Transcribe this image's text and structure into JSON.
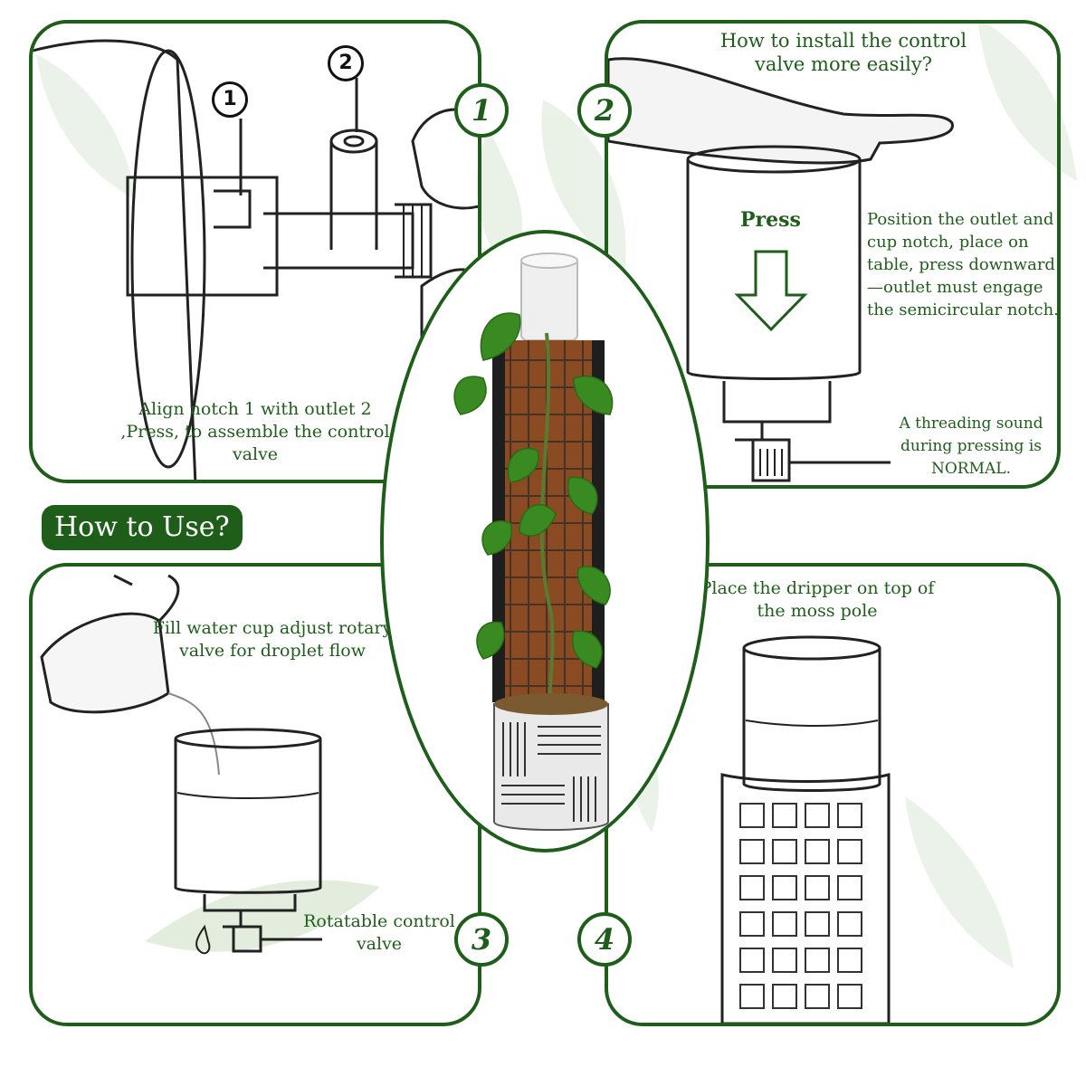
{
  "heading": {
    "install_title": "How to install the control valve more easily?",
    "how_to_use": "How to Use?"
  },
  "steps": [
    {
      "number": "1",
      "text": "Align notch 1 with outlet 2  ,Press, to assemble the control valve",
      "callouts": [
        "1",
        "2"
      ]
    },
    {
      "number": "2",
      "text": "Position the outlet and cup notch, place on table, press downward—outlet must engage the semicircular notch.",
      "press_label": "Press",
      "note": "A threading sound during pressing is NORMAL."
    },
    {
      "number": "3",
      "text": "Fill water cup adjust rotary valve for droplet flow",
      "valve_label": "Rotatable control valve"
    },
    {
      "number": "4",
      "text": "Place the dripper on top of the moss pole"
    }
  ],
  "colors": {
    "accent": "#1f5e1a",
    "line_art": "#222222",
    "leaf": "#3a8a22"
  },
  "icons": [
    "hand-icon",
    "arrow-down-icon",
    "water-drop-icon",
    "watering-can-icon",
    "leaf-icon"
  ]
}
